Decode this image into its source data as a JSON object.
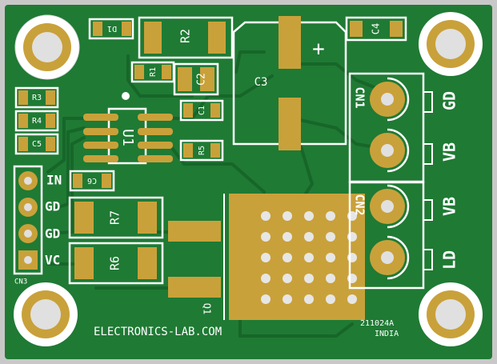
{
  "colors": {
    "frame": "#c8c8c8",
    "board": "#1f7a34",
    "trace": "#186a2c",
    "silk": "#ffffff",
    "copper": "#c9a13a",
    "hole": "#dcdcdc"
  },
  "labels": {
    "d1": "D1",
    "r2": "R2",
    "c4": "C4",
    "r1": "R1",
    "c2": "C2",
    "c3": "C3",
    "plus": "+",
    "r3": "R3",
    "r4": "R4",
    "c5": "C5",
    "c1": "C1",
    "u1": "U1",
    "r5": "R5",
    "c6": "C6",
    "r7": "R7",
    "r6": "R6",
    "q1": "Q1",
    "cn1": "CN1",
    "cn2": "CN2",
    "cn3": "CN3",
    "gd_right": "GD",
    "vb_top": "VB",
    "vb_bottom": "VB",
    "ld": "LD",
    "in": "IN",
    "gd1": "GD",
    "gd2": "GD",
    "vc": "VC",
    "website": "ELECTRONICS-LAB.COM",
    "board_code": "211024A",
    "country": "INDIA"
  }
}
